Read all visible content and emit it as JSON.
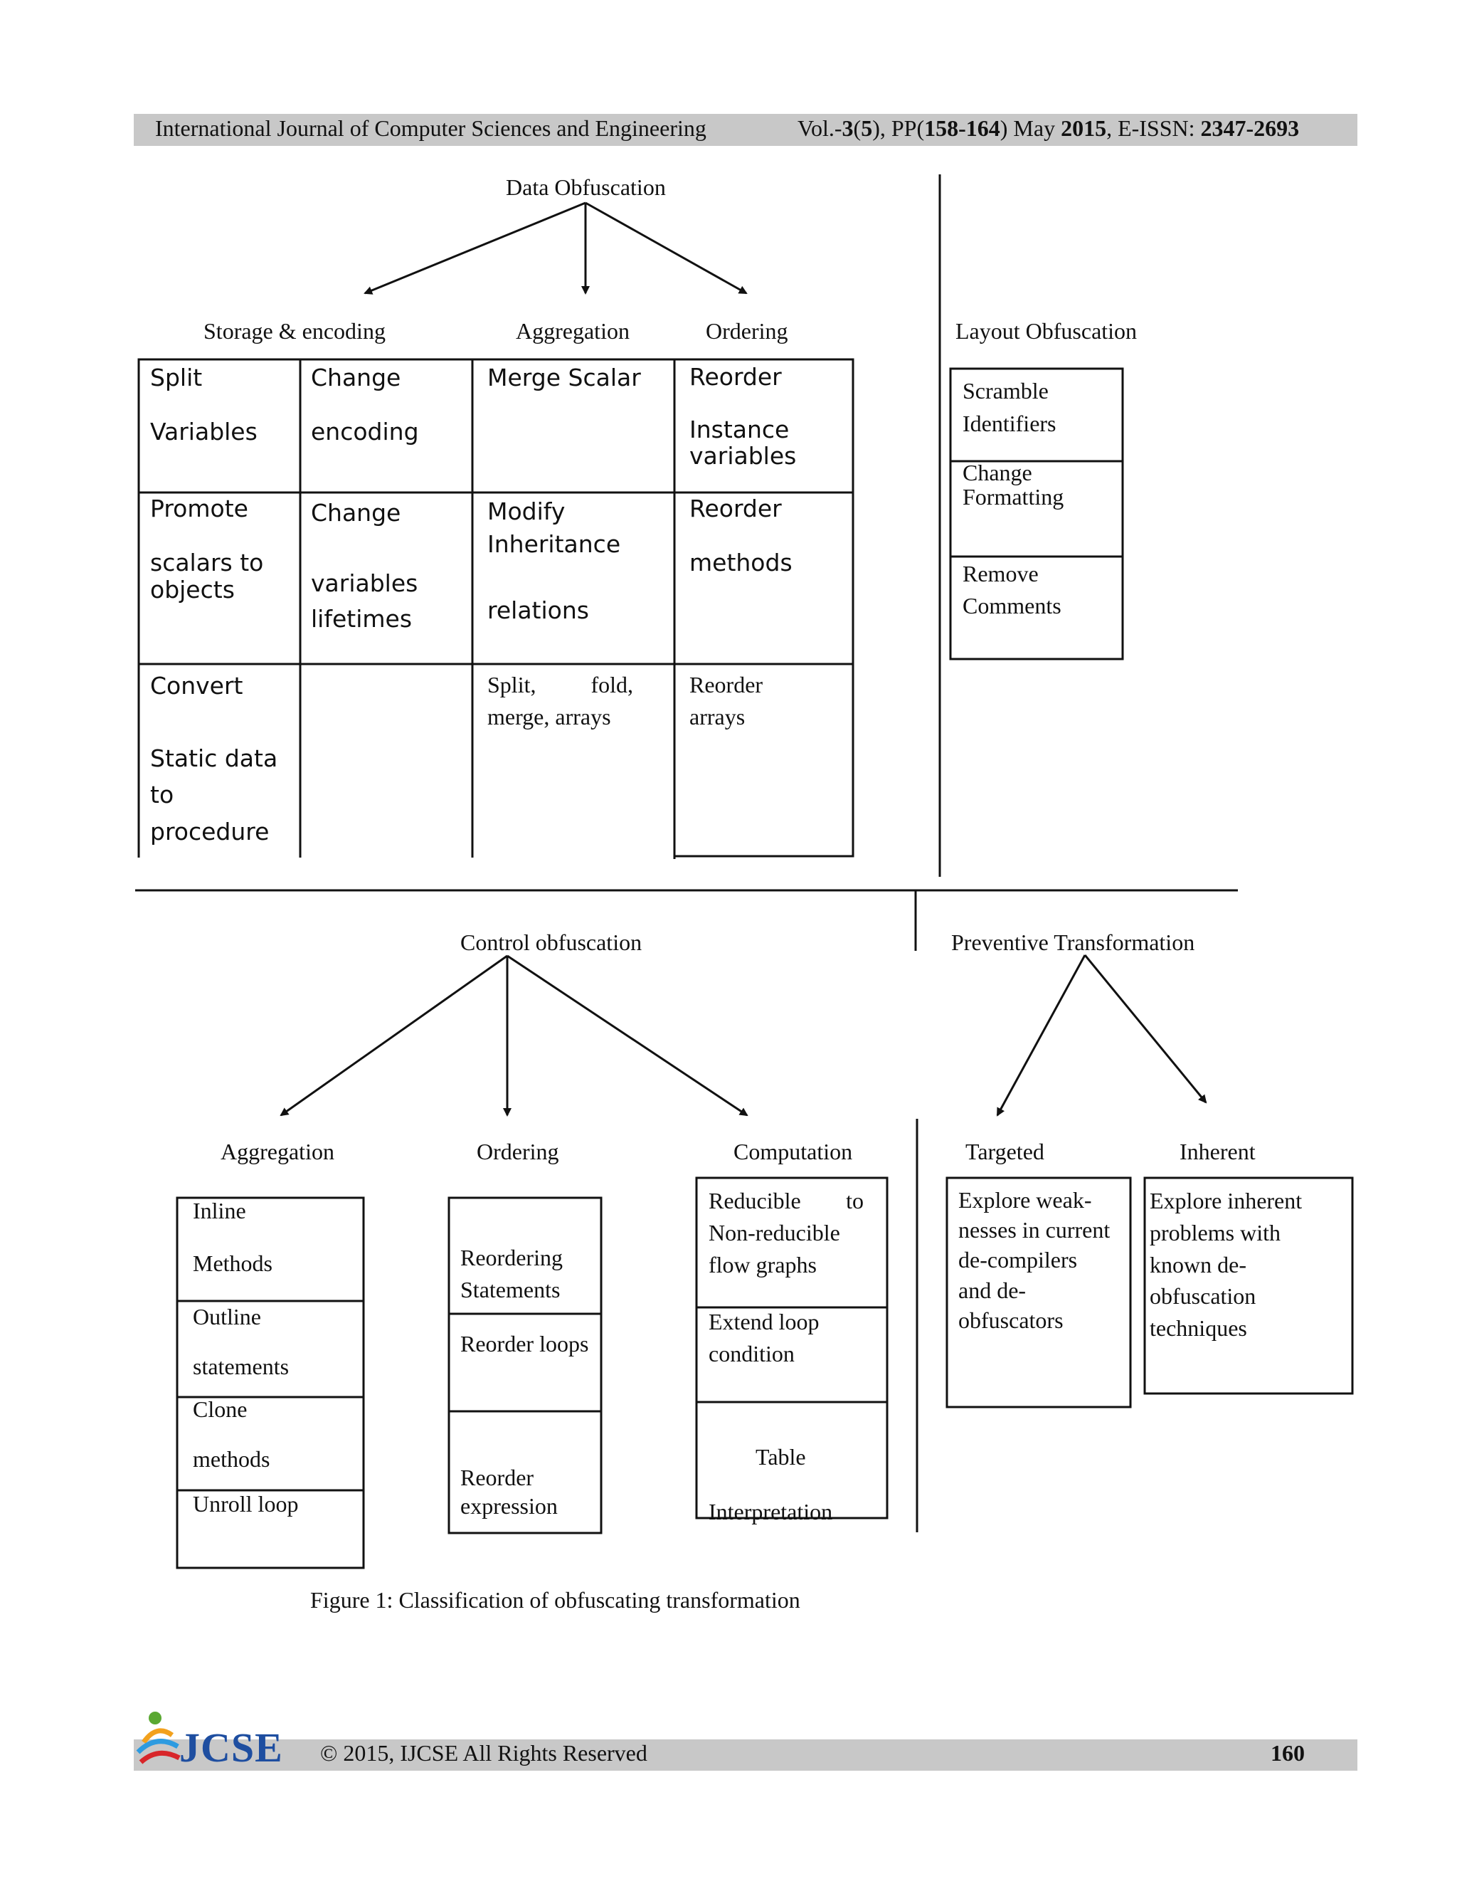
{
  "header": {
    "journal": "International Journal of Computer Sciences and Engineering",
    "vol_prefix": "Vol.-",
    "vol": "3",
    "issue": "5",
    "pp_prefix": "PP",
    "pages": "158-164",
    "month": "May",
    "year": "2015",
    "issn_label": "E-ISSN:",
    "issn": "2347-2693"
  },
  "data_obfuscation": {
    "title": "Data Obfuscation",
    "categories": [
      "Storage & encoding",
      "Aggregation",
      "Ordering"
    ],
    "rows": [
      [
        "Split\n\nVariables",
        "Change\n\nencoding",
        "Merge Scalar",
        "Reorder\n\nInstance variables"
      ],
      [
        "Promote\n\nscalars to objects",
        "Change\n\nvariables\nlifetimes",
        "Modify\nInheritance\n\nrelations",
        "Reorder\n\nmethods"
      ],
      [
        "Convert\n\nStatic data\nto\nprocedure",
        "",
        "Split, fold, merge, arrays",
        "Reorder\narrays"
      ]
    ]
  },
  "layout_obfuscation": {
    "title": "Layout Obfuscation",
    "items": [
      "Scramble Identifiers",
      "Change Formatting",
      "Remove Comments"
    ]
  },
  "control_obfuscation": {
    "title": "Control obfuscation",
    "categories": [
      "Aggregation",
      "Ordering",
      "Computation"
    ],
    "aggregation": [
      "Inline\n\nMethods",
      "Outline\n\nstatements",
      "Clone\n\nmethods",
      "Unroll loop"
    ],
    "ordering": [
      "Reordering Statements",
      "Reorder loops",
      "Reorder expression"
    ],
    "computation": [
      "Reducible to Non-reducible flow graphs",
      "Extend loop condition",
      "Table\n\nInterpretation"
    ]
  },
  "preventive_transformation": {
    "title": "Preventive Transformation",
    "categories": [
      "Targeted",
      "Inherent"
    ],
    "targeted": "Explore weak-nesses in current de-compilers and de-obfuscators",
    "inherent": "Explore inherent problems with known de-obfuscation techniques"
  },
  "caption": "Figure 1: Classification of obfuscating transformation",
  "footer": {
    "logo": "JCSE",
    "copyright": "© 2015, IJCSE All Rights Reserved",
    "page": "160"
  }
}
